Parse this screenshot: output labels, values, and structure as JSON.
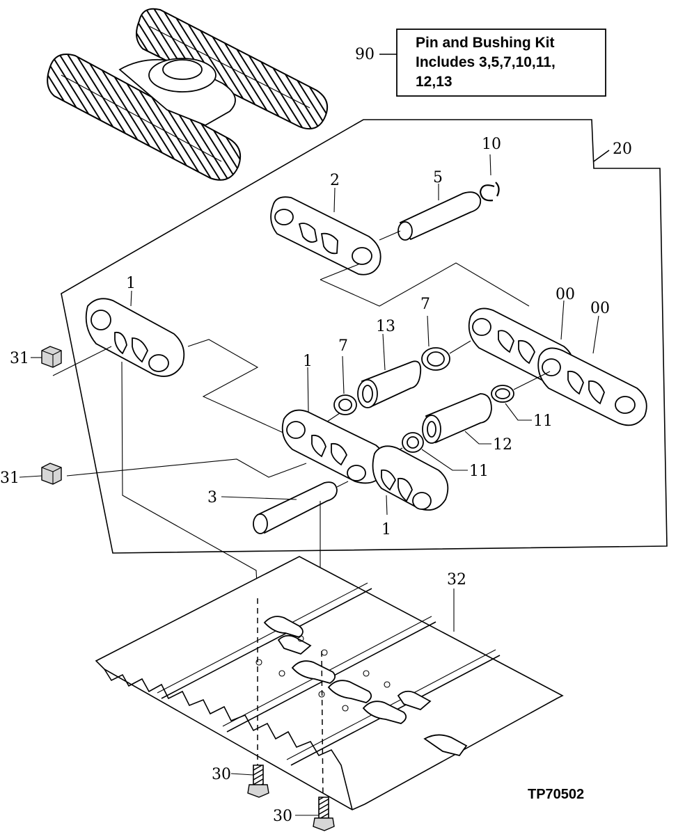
{
  "kit_box": {
    "line1": "Pin and Bushing Kit",
    "line2": "Includes 3,5,7,10,11,",
    "line3": "12,13"
  },
  "figure_id": "TP70502",
  "callouts": {
    "c90": "90",
    "c20": "20",
    "c10": "10",
    "c5": "5",
    "c2": "2",
    "c1_top": "1",
    "c1_mid": "1",
    "c1_bot": "1",
    "c7_top": "7",
    "c7_mid": "7",
    "c13": "13",
    "c00_a": "00",
    "c00_b": "00",
    "c11_right": "11",
    "c11_mid": "11",
    "c12": "12",
    "c3": "3",
    "c31_top": "31",
    "c31_bot": "31",
    "c32": "32",
    "c30_top": "30",
    "c30_bot": "30"
  }
}
